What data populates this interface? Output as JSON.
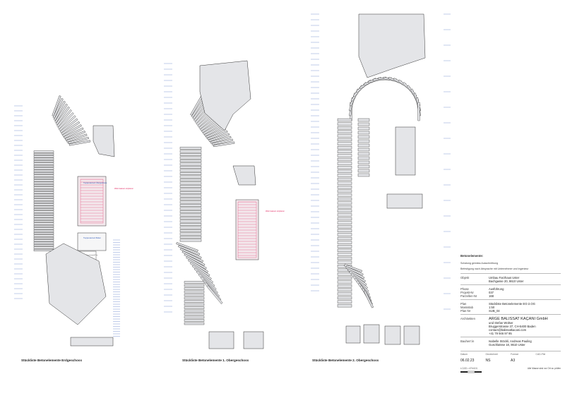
{
  "drawings": [
    {
      "caption": "Stückliste Betonelemente Erdgeschoss"
    },
    {
      "caption": "Stückliste Betonelemente 1. Obergeschoss"
    },
    {
      "caption": "Stückliste Betonelemente 2. Obergeschoss"
    }
  ],
  "annotations": {
    "heating_note": "Warmwasser einplanen",
    "slab_label": "Treppenelement Übergeschoss",
    "slab_label_b": "Treppenelement Boden",
    "legend_box": "Anschluss an Aussenwand Pos"
  },
  "notes": {
    "header": "Betonelemente:",
    "line1": "Schalung gemäss Ausschreibung",
    "line2": "Befestigung nach Absprache mit Unternehmer und Ingenieur"
  },
  "title_block": {
    "objekt_label": "Objekt",
    "objekt_lines": [
      "Umbau Farzhaus Uster",
      "Bachgasse 20, 8610 Uster"
    ],
    "phase_labels": [
      "Phase",
      "Projekt-Nr",
      "Parzellen-Nr"
    ],
    "phase_values": [
      "Ausführung",
      "037",
      "168"
    ],
    "plan_labels": [
      "Plan",
      "Massstab",
      "Plan-Nr"
    ],
    "plan_values": [
      "Stückliste Betonelemente EG-2.OG",
      "1:50",
      "SUB_04"
    ],
    "architekten_label": "Architekten",
    "architekten_firm": "ARGE BALISSAT KAÇANI GmbH",
    "architekten_lines": [
      "und Stefan Wülser",
      "Bruggerstrasse 37, CH-5400 Baden",
      "contact@balissatkacani.com",
      "+41 79 946 97 95"
    ],
    "bauherr_label": "Bauherr:in",
    "bauherr_lines": [
      "Isabelle Stöckli, Andreas Pauling",
      "Guschlatsse 18, 8610 Uster"
    ],
    "footer_labels": [
      "Datum",
      "Gezeichnet",
      "Format",
      "CAD-File"
    ],
    "footer_values": [
      "06.02.23",
      "NS",
      "A3",
      ""
    ],
    "scale_left": "± 0.00 = 474.6 N",
    "scale_right": "Alle Masse sind vor Ort zu prüfen"
  },
  "colors": {
    "dim_blue": "#2b56b8",
    "note_red": "#e0245e",
    "element_fill": "#e4e5e8",
    "stroke": "#333333"
  }
}
